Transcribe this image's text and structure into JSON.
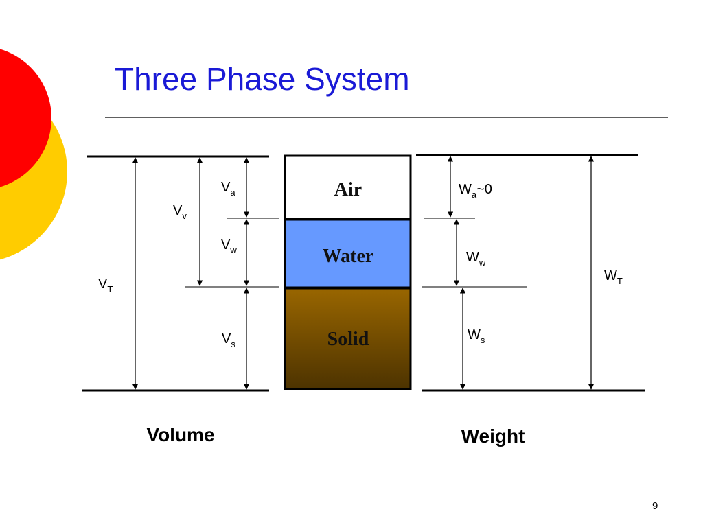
{
  "slide": {
    "title": "Three Phase System",
    "page_number": "9"
  },
  "phases": {
    "air": "Air",
    "water": "Water",
    "solid": "Solid"
  },
  "volume": {
    "caption": "Volume",
    "total": {
      "main": "V",
      "sub": "T"
    },
    "voids": {
      "main": "V",
      "sub": "v"
    },
    "air": {
      "main": "V",
      "sub": "a"
    },
    "water": {
      "main": "V",
      "sub": "w"
    },
    "solid": {
      "main": "V",
      "sub": "s"
    }
  },
  "weight": {
    "caption": "Weight",
    "air": {
      "main": "W",
      "sub": "a",
      "suffix": "~0"
    },
    "water": {
      "main": "W",
      "sub": "w"
    },
    "solid": {
      "main": "W",
      "sub": "s"
    },
    "total": {
      "main": "W",
      "sub": "T"
    }
  },
  "colors": {
    "title": "#1a1ad6",
    "air_fill": "#ffffff",
    "water_fill": "#6699ff",
    "solid_top": "#996600",
    "solid_bottom": "#4d3300",
    "decor_red": "#ff0000",
    "decor_yellow": "#ffcc00"
  }
}
